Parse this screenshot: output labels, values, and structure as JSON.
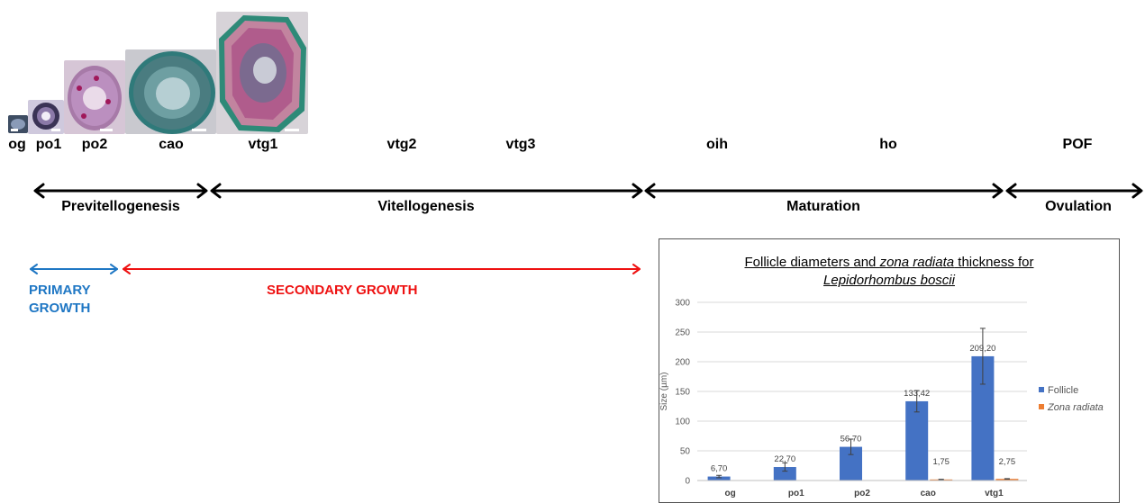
{
  "stages": [
    {
      "id": "og",
      "label": "og"
    },
    {
      "id": "po1",
      "label": "po1"
    },
    {
      "id": "po2",
      "label": "po2"
    },
    {
      "id": "cao",
      "label": "cao"
    },
    {
      "id": "vtg1",
      "label": "vtg1"
    },
    {
      "id": "vtg2",
      "label": "vtg2"
    },
    {
      "id": "vtg3",
      "label": "vtg3"
    },
    {
      "id": "oih",
      "label": "oih"
    },
    {
      "id": "ho",
      "label": "ho"
    },
    {
      "id": "pof",
      "label": "POF"
    }
  ],
  "phases": [
    {
      "label": "Previtellogenesis"
    },
    {
      "label": "Vitellogenesis"
    },
    {
      "label": "Maturation"
    },
    {
      "label": "Ovulation"
    }
  ],
  "growth": {
    "primary_line1": "PRIMARY",
    "primary_line2": "GROWTH",
    "secondary": "SECONDARY GROWTH",
    "primary_color": "#1f77c4",
    "secondary_color": "#ee1111"
  },
  "chart_data": {
    "type": "bar",
    "title_line1_a": "Follicle diameters and ",
    "title_line1_b": "zona radiata",
    "title_line1_c": " thickness for",
    "title_line2": "Lepidorhombus boscii",
    "ylabel": "Size (µm)",
    "ylim": [
      0,
      300
    ],
    "yticks": [
      0,
      50,
      100,
      150,
      200,
      250,
      300
    ],
    "categories": [
      "og",
      "po1",
      "po2",
      "cao",
      "vtg1"
    ],
    "series": [
      {
        "name": "Follicle",
        "color": "#4472c4",
        "values": [
          6.7,
          22.7,
          56.7,
          133.42,
          209.2
        ],
        "labels": [
          "6,70",
          "22,70",
          "56,70",
          "133,42",
          "209,20"
        ],
        "errors": [
          2,
          7,
          13,
          18,
          47
        ]
      },
      {
        "name": "Zona radiata",
        "color": "#ed7d31",
        "values": [
          0,
          0,
          0,
          1.75,
          2.75
        ],
        "labels": [
          "",
          "",
          "",
          "1,75",
          "2,75"
        ],
        "errors": [
          0,
          0,
          0,
          0.3,
          0.4
        ]
      }
    ],
    "legend_position": "right",
    "grid": true
  }
}
